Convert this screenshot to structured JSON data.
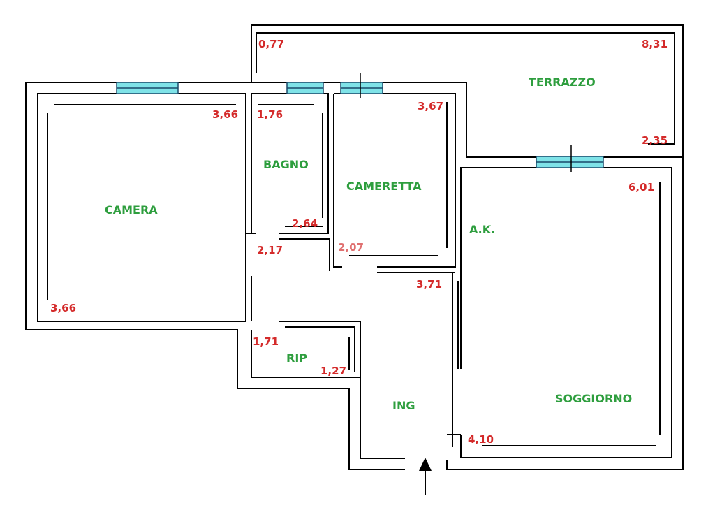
{
  "colors": {
    "room_label": "#2e9e3e",
    "dimension": "#d42a2a",
    "wall": "#000000",
    "window": "#7fe3e8"
  },
  "rooms": {
    "terrazzo": "TERRAZZO",
    "bagno": "BAGNO",
    "cameretta": "CAMERETTA",
    "camera": "CAMERA",
    "ak": "A.K.",
    "rip": "RIP",
    "ing": "ING",
    "soggiorno": "SOGGIORNO"
  },
  "dimensions": {
    "terrazzo_tl": "0,77",
    "terrazzo_tr": "8,31",
    "terrazzo_br": "2,35",
    "camera_tr": "3,66",
    "camera_bl": "3,66",
    "bagno_tl": "1,76",
    "bagno_br": "2,64",
    "cameretta_tr": "3,67",
    "cameretta_bl": "2,07",
    "corridor": "2,17",
    "ing": "3,71",
    "soggiorno_tr": "6,01",
    "soggiorno_bl": "4,10",
    "rip_tl": "1,71",
    "rip_br": "1,27"
  },
  "icons": {
    "entrance": "entrance-arrow-icon"
  }
}
